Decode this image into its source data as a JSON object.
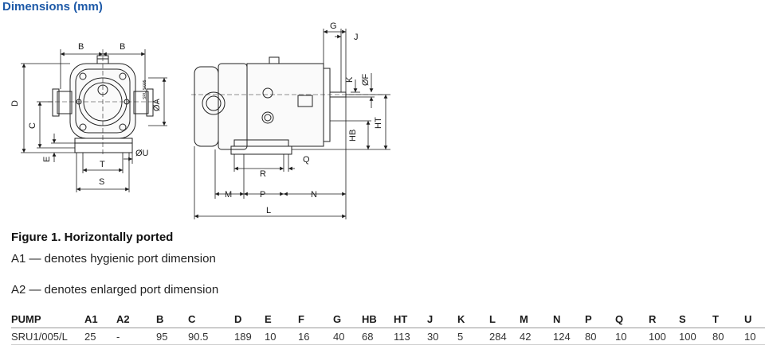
{
  "heading": "Dimensions (mm)",
  "drawing": {
    "front_view_labels": [
      "B",
      "B",
      "D",
      "C",
      "E",
      "ØA",
      "ØU",
      "T",
      "S"
    ],
    "side_view_labels": [
      "G",
      "J",
      "K",
      "ØF",
      "HT",
      "HB",
      "Q",
      "R",
      "M",
      "P",
      "N",
      "L"
    ],
    "flag_text": "SRU 5/005"
  },
  "figure_caption": "Figure 1. Horizontally ported",
  "notes": [
    "A1 — denotes hygienic port dimension",
    "A2 — denotes enlarged port dimension"
  ],
  "table": {
    "headers": [
      "PUMP",
      "A1",
      "A2",
      "B",
      "C",
      "D",
      "E",
      "F",
      "G",
      "HB",
      "HT",
      "J",
      "K",
      "L",
      "M",
      "N",
      "P",
      "Q",
      "R",
      "S",
      "T",
      "U"
    ],
    "rows": [
      [
        "SRU1/005/L",
        "25",
        "-",
        "95",
        "90.5",
        "189",
        "10",
        "16",
        "40",
        "68",
        "113",
        "30",
        "5",
        "284",
        "42",
        "124",
        "80",
        "10",
        "100",
        "100",
        "80",
        "10"
      ]
    ]
  }
}
